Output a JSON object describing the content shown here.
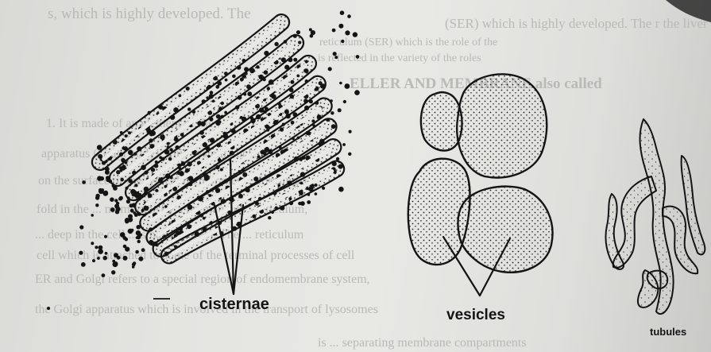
{
  "labels": {
    "cisternae": "cisternae",
    "vesicles": "vesicles",
    "tubules": "tubules"
  },
  "background_text": [
    "s, which is highly developed. The",
    "(SER) which is highly developed. The r the liver in metabolism",
    "reticulum (SER) which is the role of the",
    "is reflected in the variety of the roles",
    "ELLER AND MEMBRANE also called",
    "1. It is made of an element of the",
    "apparatus (Golgi body). This system nucleus",
    "on the surface of the typical membranes ... forming a",
    "fold in the ... membrane by a permanent ... reticulum,",
    "... deep in the cell ... smaller pores). The ... reticulum",
    "cell which is attached to some of the terminal processes of cell",
    "ER and Golgi refers to a special region of endomembrane system,",
    "the Golgi apparatus which is involved in the transport of lysosomes",
    "is ... separating membrane compartments"
  ],
  "colors": {
    "ink": "#141414",
    "paper": "#e6e6e3",
    "ghost": "#b9b9b5"
  }
}
